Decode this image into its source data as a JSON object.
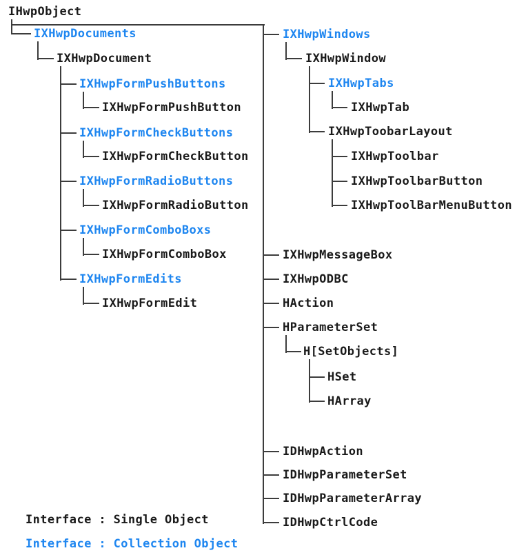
{
  "colors": {
    "single_object": "#1a1a1a",
    "collection_object": "#1e86f0",
    "line": "#3c3c3c"
  },
  "root": {
    "label": "IHwpObject",
    "kind": "single"
  },
  "left_column": [
    {
      "label": "IXHwpDocuments",
      "kind": "collection",
      "depth": 1
    },
    {
      "label": "IXHwpDocument",
      "kind": "single",
      "depth": 2
    },
    {
      "label": "IXHwpFormPushButtons",
      "kind": "collection",
      "depth": 3
    },
    {
      "label": "IXHwpFormPushButton",
      "kind": "single",
      "depth": 4
    },
    {
      "label": "IXHwpFormCheckButtons",
      "kind": "collection",
      "depth": 3
    },
    {
      "label": "IXHwpFormCheckButton",
      "kind": "single",
      "depth": 4
    },
    {
      "label": "IXHwpFormRadioButtons",
      "kind": "collection",
      "depth": 3
    },
    {
      "label": "IXHwpFormRadioButton",
      "kind": "single",
      "depth": 4
    },
    {
      "label": "IXHwpFormComboBoxs",
      "kind": "collection",
      "depth": 3
    },
    {
      "label": "IXHwpFormComboBox",
      "kind": "single",
      "depth": 4
    },
    {
      "label": "IXHwpFormEdits",
      "kind": "collection",
      "depth": 3
    },
    {
      "label": "IXHwpFormEdit",
      "kind": "single",
      "depth": 4
    }
  ],
  "right_column": [
    {
      "label": "IXHwpWindows",
      "kind": "collection",
      "depth": 1
    },
    {
      "label": "IXHwpWindow",
      "kind": "single",
      "depth": 2
    },
    {
      "label": "IXHwpTabs",
      "kind": "collection",
      "depth": 3
    },
    {
      "label": "IXHwpTab",
      "kind": "single",
      "depth": 4
    },
    {
      "label": "IXHwpToobarLayout",
      "kind": "single",
      "depth": 3
    },
    {
      "label": "IXHwpToolbar",
      "kind": "single",
      "depth": 4
    },
    {
      "label": "IXHwpToolbarButton",
      "kind": "single",
      "depth": 4
    },
    {
      "label": "IXHwpToolBarMenuButton",
      "kind": "single",
      "depth": 4
    },
    {
      "label": "IXHwpMessageBox",
      "kind": "single",
      "depth": 1
    },
    {
      "label": "IXHwpODBC",
      "kind": "single",
      "depth": 1
    },
    {
      "label": "HAction",
      "kind": "single",
      "depth": 1
    },
    {
      "label": "HParameterSet",
      "kind": "single",
      "depth": 1
    },
    {
      "label": "H[SetObjects]",
      "kind": "single",
      "depth": 2
    },
    {
      "label": "HSet",
      "kind": "single",
      "depth": 3
    },
    {
      "label": "HArray",
      "kind": "single",
      "depth": 3
    },
    {
      "label": "IDHwpAction",
      "kind": "single",
      "depth": 1
    },
    {
      "label": "IDHwpParameterSet",
      "kind": "single",
      "depth": 1
    },
    {
      "label": "IDHwpParameterArray",
      "kind": "single",
      "depth": 1
    },
    {
      "label": "IDHwpCtrlCode",
      "kind": "single",
      "depth": 1
    }
  ],
  "legend": {
    "single_label": "Interface : Single Object",
    "collection_label": "Interface : Collection Object"
  }
}
